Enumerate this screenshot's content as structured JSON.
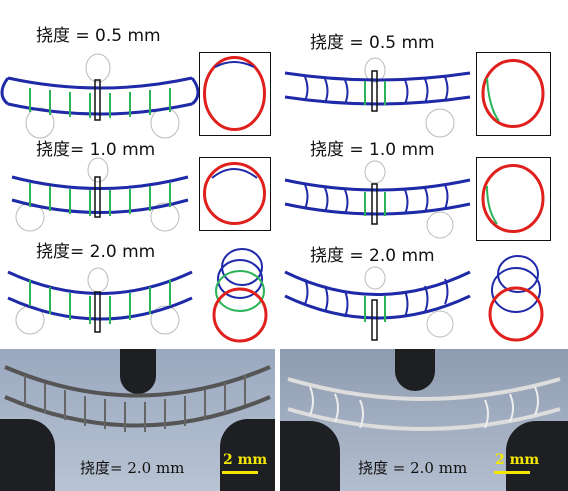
{
  "panels": {
    "left": {
      "deflection_labels": [
        "挠度 = 0.5 mm",
        "挠度= 1.0 mm",
        "挠度= 2.0 mm"
      ]
    },
    "right": {
      "deflection_labels": [
        "挠度 = 0.5 mm",
        "挠度 = 1.0 mm",
        "挠度 = 2.0 mm"
      ]
    }
  },
  "photos": {
    "left": {
      "caption": "挠度= 2.0 mm",
      "scale_label": "2 mm"
    },
    "right": {
      "caption": "挠度 = 2.0 mm",
      "scale_label": "2 mm"
    }
  },
  "colors": {
    "stent_blue": "#1f2aa8",
    "stent_green": "#2cb35a",
    "ring_red": "#e0201c",
    "scale_yellow": "#f3e600"
  }
}
